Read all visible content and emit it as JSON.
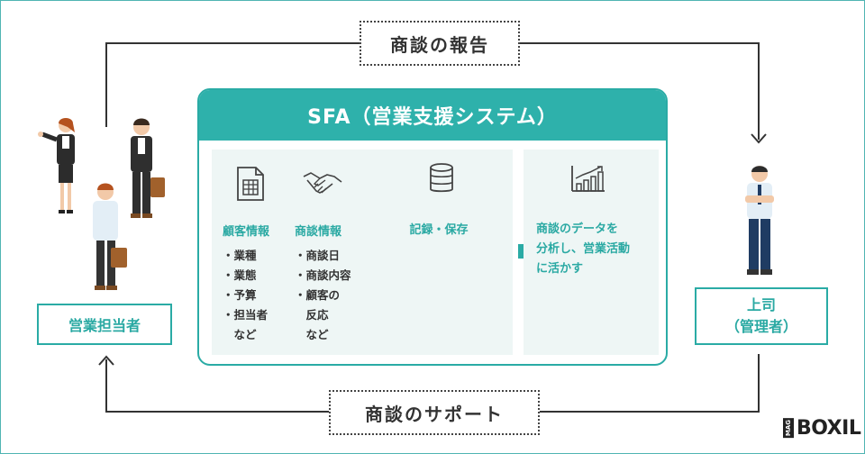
{
  "top_label": "商談の報告",
  "bottom_label": "商談のサポート",
  "sfa": {
    "title": "SFA（営業支援システム）",
    "customer": {
      "heading": "顧客情報",
      "items": [
        "・業種",
        "・業態",
        "・予算",
        "・担当者",
        "　など"
      ]
    },
    "deal": {
      "heading": "商談情報",
      "items": [
        "・商談日",
        "・商談内容",
        "・顧客の",
        "　反応",
        "　など"
      ]
    },
    "record": "記録・保存",
    "analysis": [
      "商談のデータを",
      "分析し、営業活動",
      "に活かす"
    ]
  },
  "sales_rep_label": "営業担当者",
  "manager_label_line1": "上司",
  "manager_label_line2": "（管理者）",
  "logo": {
    "mag": "MAG",
    "brand": "BOXIL"
  },
  "colors": {
    "teal": "#2eb1ab",
    "panel": "#eef6f5",
    "text": "#333333"
  }
}
